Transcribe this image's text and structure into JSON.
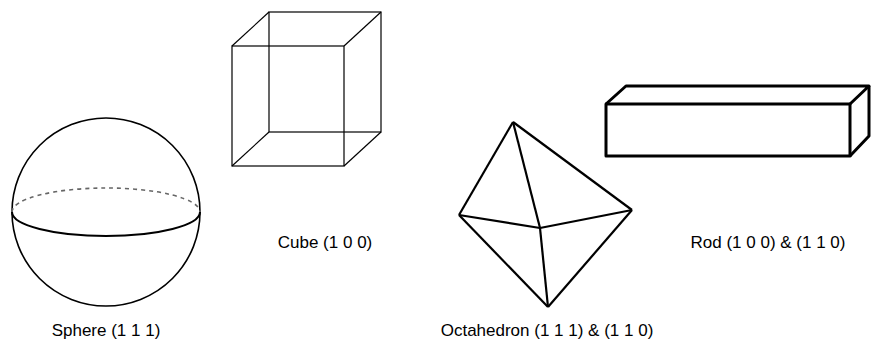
{
  "diagram": {
    "labels": [
      "Sphere (1 1 1)",
      "Cube (1 0 0)",
      "Octahedron (1 1 1) & (1 1 0)",
      "Rod (1 0 0) & (1 1 0)"
    ]
  }
}
